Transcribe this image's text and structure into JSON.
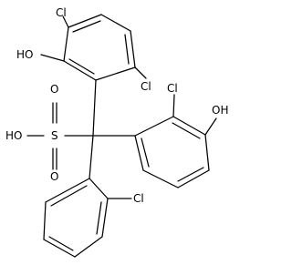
{
  "molecule": {
    "labels": {
      "cl_ring_a_top": "Cl",
      "oh_ring_a": "HO",
      "cl_ring_a_right": "Cl",
      "cl_ring_b": "Cl",
      "oh_ring_b": "OH",
      "sulfonic_oh": "HO",
      "sulfur": "S",
      "oxygen_top": "O",
      "oxygen_bottom": "O",
      "cl_ring_c": "Cl"
    }
  }
}
